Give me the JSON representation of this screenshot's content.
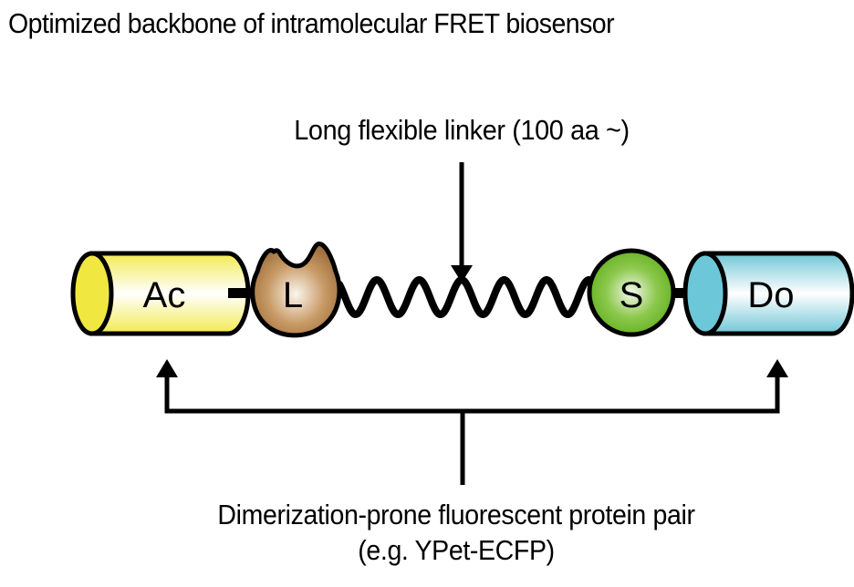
{
  "title": "Optimized backbone of intramolecular FRET biosensor",
  "labels": {
    "linker": "Long flexible linker (100 aa ~)",
    "pair_line1": "Dimerization-prone fluorescent protein pair",
    "pair_line2": "(e.g. YPet-ECFP)"
  },
  "modules": {
    "acceptor": {
      "text": "Ac",
      "shape": "cylinder",
      "color": "#f0e840"
    },
    "ligand": {
      "text": "L",
      "shape": "blob",
      "color": "#a87a48"
    },
    "sensor": {
      "text": "S",
      "shape": "circle",
      "color": "#6cb82c"
    },
    "donor": {
      "text": "Do",
      "shape": "cylinder",
      "color": "#6cc8d8"
    }
  }
}
